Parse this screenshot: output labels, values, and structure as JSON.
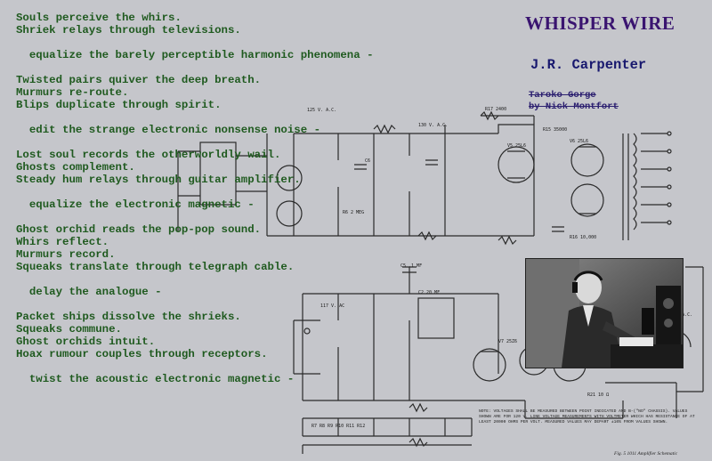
{
  "title": "WHISPER WIRE",
  "author": "J.R. Carpenter",
  "credit": {
    "line1": "Taroko Gorge",
    "line2": "by Nick Montfort"
  },
  "poem": [
    "Souls perceive the whirs.",
    "Shriek relays through televisions.",
    "",
    "  equalize the barely perceptible harmonic phenomena -",
    "",
    "Twisted pairs quiver the deep breath.",
    "Murmurs re-route.",
    "Blips duplicate through spirit.",
    "",
    "  edit the strange electronic nonsense noise -",
    "",
    "Lost soul records the otherworldly wail.",
    "Ghosts complement.",
    "Steady hum relays through guitar amplifier.",
    "",
    "  equalize the electronic magnetic -",
    "",
    "Ghost orchid reads the pop-pop sound.",
    "Whirs reflect.",
    "Murmurs record.",
    "Squeaks translate through telegraph cable.",
    "",
    "  delay the analogue -",
    "",
    "Packet ships dissolve the shrieks.",
    "Squeaks commune.",
    "Ghost orchids intuit.",
    "Hoax rumour couples through receptors.",
    "",
    "  twist the acoustic electronic magnetic -"
  ],
  "schematic": {
    "note": "NOTE: VOLTAGES SHALL BE MEASURED BETWEEN POINT INDICATED AND B-(\"NO\" CHASSIS). VALUES SHOWN ARE FOR 120 V. LINE VOLTAGE MEASUREMENTS WITH VOLTMETER WHICH HAS RESISTANCE OF AT LEAST 20000 OHMS PER VOLT. MEASURED VALUES MAY DEPART ±10% FROM VALUES SHOWN.",
    "caption": "Fig. 5 1011 Amplifier Schematic"
  }
}
